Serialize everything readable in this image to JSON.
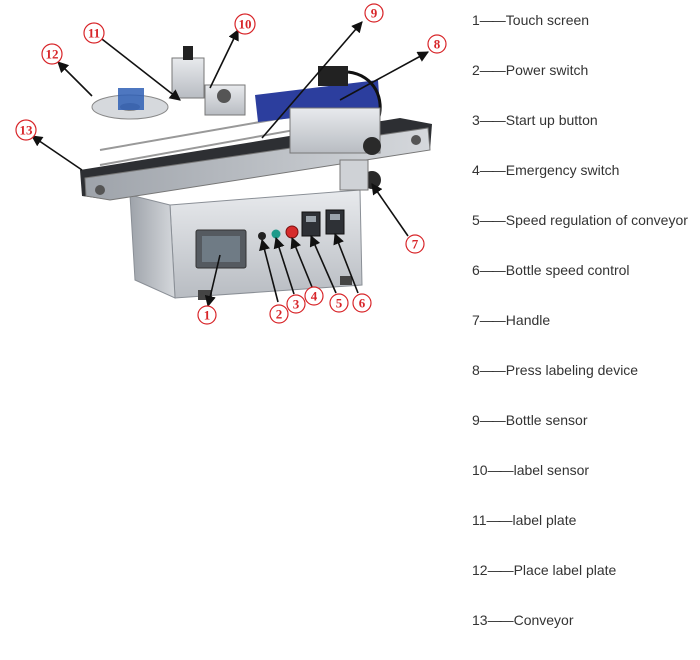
{
  "legend": {
    "separator": "——",
    "items": [
      {
        "num": "1",
        "label": "Touch screen"
      },
      {
        "num": "2",
        "label": "Power switch"
      },
      {
        "num": "3",
        "label": "Start up button"
      },
      {
        "num": "4",
        "label": "Emergency switch"
      },
      {
        "num": "5",
        "label": "Speed regulation of conveyor"
      },
      {
        "num": "6",
        "label": "Bottle speed control"
      },
      {
        "num": "7",
        "label": "Handle"
      },
      {
        "num": "8",
        "label": "Press labeling device"
      },
      {
        "num": "9",
        "label": "Bottle sensor"
      },
      {
        "num": "10",
        "label": "label sensor"
      },
      {
        "num": "11",
        "label": "label plate"
      },
      {
        "num": "12",
        "label": "Place label plate"
      },
      {
        "num": "13",
        "label": "Conveyor"
      }
    ]
  },
  "callouts": [
    "1",
    "2",
    "3",
    "4",
    "5",
    "6",
    "7",
    "8",
    "9",
    "10",
    "11",
    "12",
    "13"
  ],
  "colors": {
    "callout": "#d8262a",
    "leader": "#111111",
    "machine_steel": "#c9ccd1",
    "conveyor_belt": "#333333",
    "applicator_blue": "#2c3e9e"
  }
}
